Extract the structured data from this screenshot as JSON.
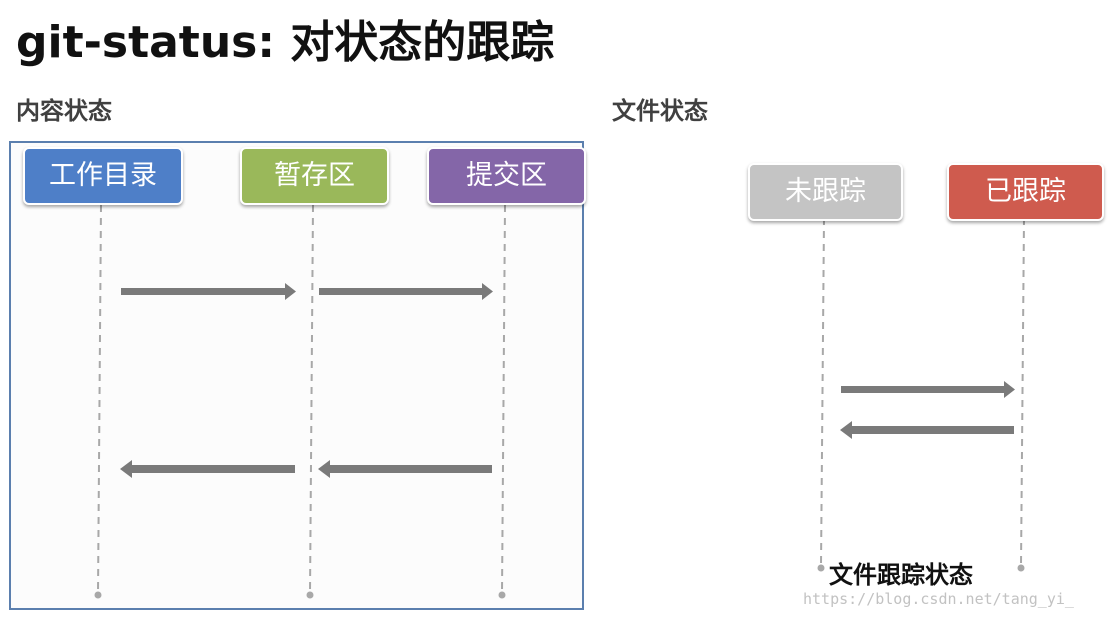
{
  "title": "git-status: 对状态的跟踪",
  "content_state": {
    "label": "内容状态",
    "stages": [
      {
        "label": "工作目录",
        "color": "#4e7fc8"
      },
      {
        "label": "暂存区",
        "color": "#9ab85a"
      },
      {
        "label": "提交区",
        "color": "#8466a8"
      }
    ]
  },
  "file_state": {
    "label": "文件状态",
    "stages": [
      {
        "label": "未跟踪",
        "color": "#c4c4c4"
      },
      {
        "label": "已跟踪",
        "color": "#cf5b4e"
      }
    ],
    "caption": "文件跟踪状态"
  },
  "watermark": "https://blog.csdn.net/tang_yi_",
  "colors": {
    "arrow": "#7a7a7a",
    "lifeline": "#a8a8a8",
    "panel_border": "#5b7fae"
  }
}
